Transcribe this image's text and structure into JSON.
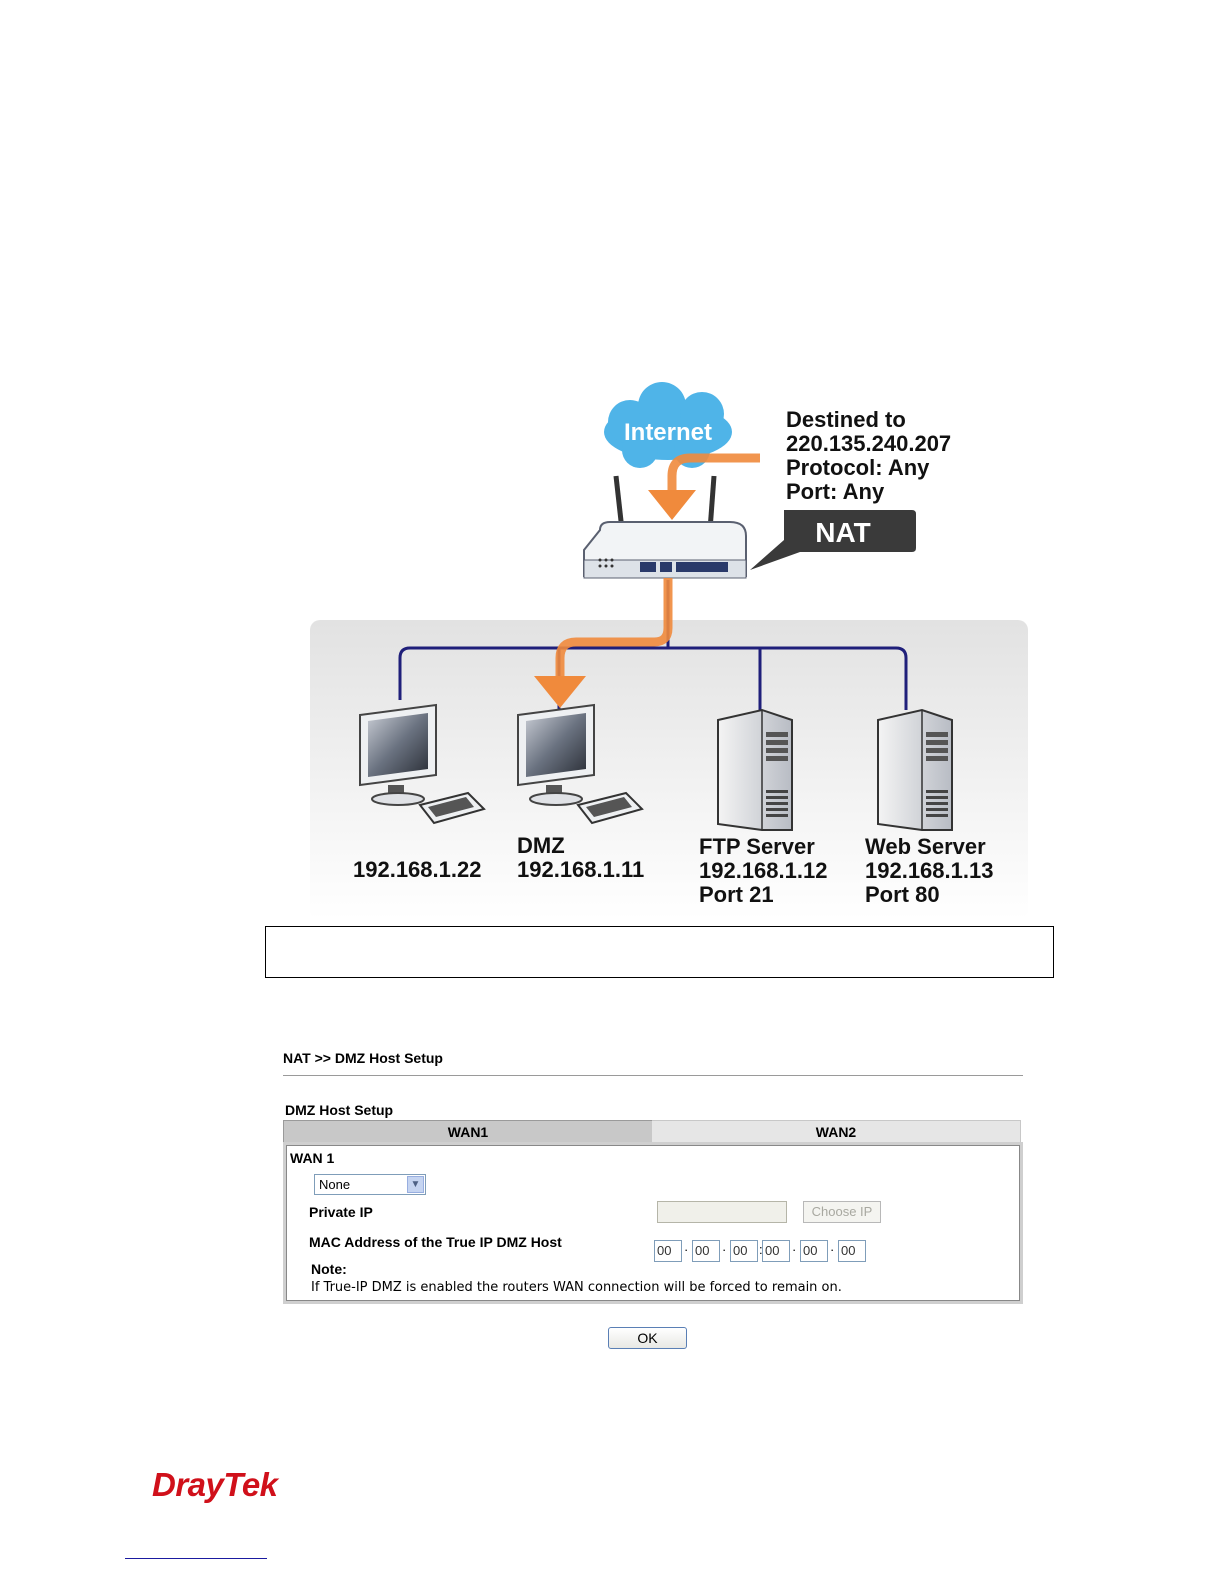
{
  "diagram": {
    "internet_label": "Internet",
    "nat_label": "NAT",
    "destination": [
      "Destined to",
      "220.135.240.207",
      "Protocol: Any",
      "Port: Any"
    ],
    "hosts": [
      {
        "lines": [
          "",
          "192.168.1.22"
        ]
      },
      {
        "lines": [
          "DMZ",
          "192.168.1.11"
        ]
      },
      {
        "lines": [
          "FTP Server",
          "192.168.1.12",
          "Port 21"
        ]
      },
      {
        "lines": [
          "Web Server",
          "192.168.1.13",
          "Port 80"
        ]
      }
    ],
    "colors": {
      "arrow": "#f08a3c",
      "cloud": "#4fb4e8",
      "line": "#1f1f7a",
      "nat_bubble": "#3a3a3a"
    }
  },
  "ui": {
    "breadcrumb": "NAT >> DMZ Host Setup",
    "section_title": "DMZ Host Setup",
    "tabs": [
      {
        "label": "WAN1",
        "active": true
      },
      {
        "label": "WAN2",
        "active": false
      }
    ],
    "wan_label": "WAN 1",
    "mode_select": "None",
    "private_ip_label": "Private IP",
    "choose_ip_label": "Choose IP",
    "mac_label": "MAC Address of the True IP DMZ Host",
    "mac_octets": [
      "00",
      "00",
      "00",
      "00",
      "00",
      "00"
    ],
    "note_title": "Note:",
    "note_text": "If True-IP DMZ is enabled the routers WAN connection will be forced to remain on.",
    "ok_label": "OK"
  },
  "footer": {
    "logo": "DrayTek"
  }
}
